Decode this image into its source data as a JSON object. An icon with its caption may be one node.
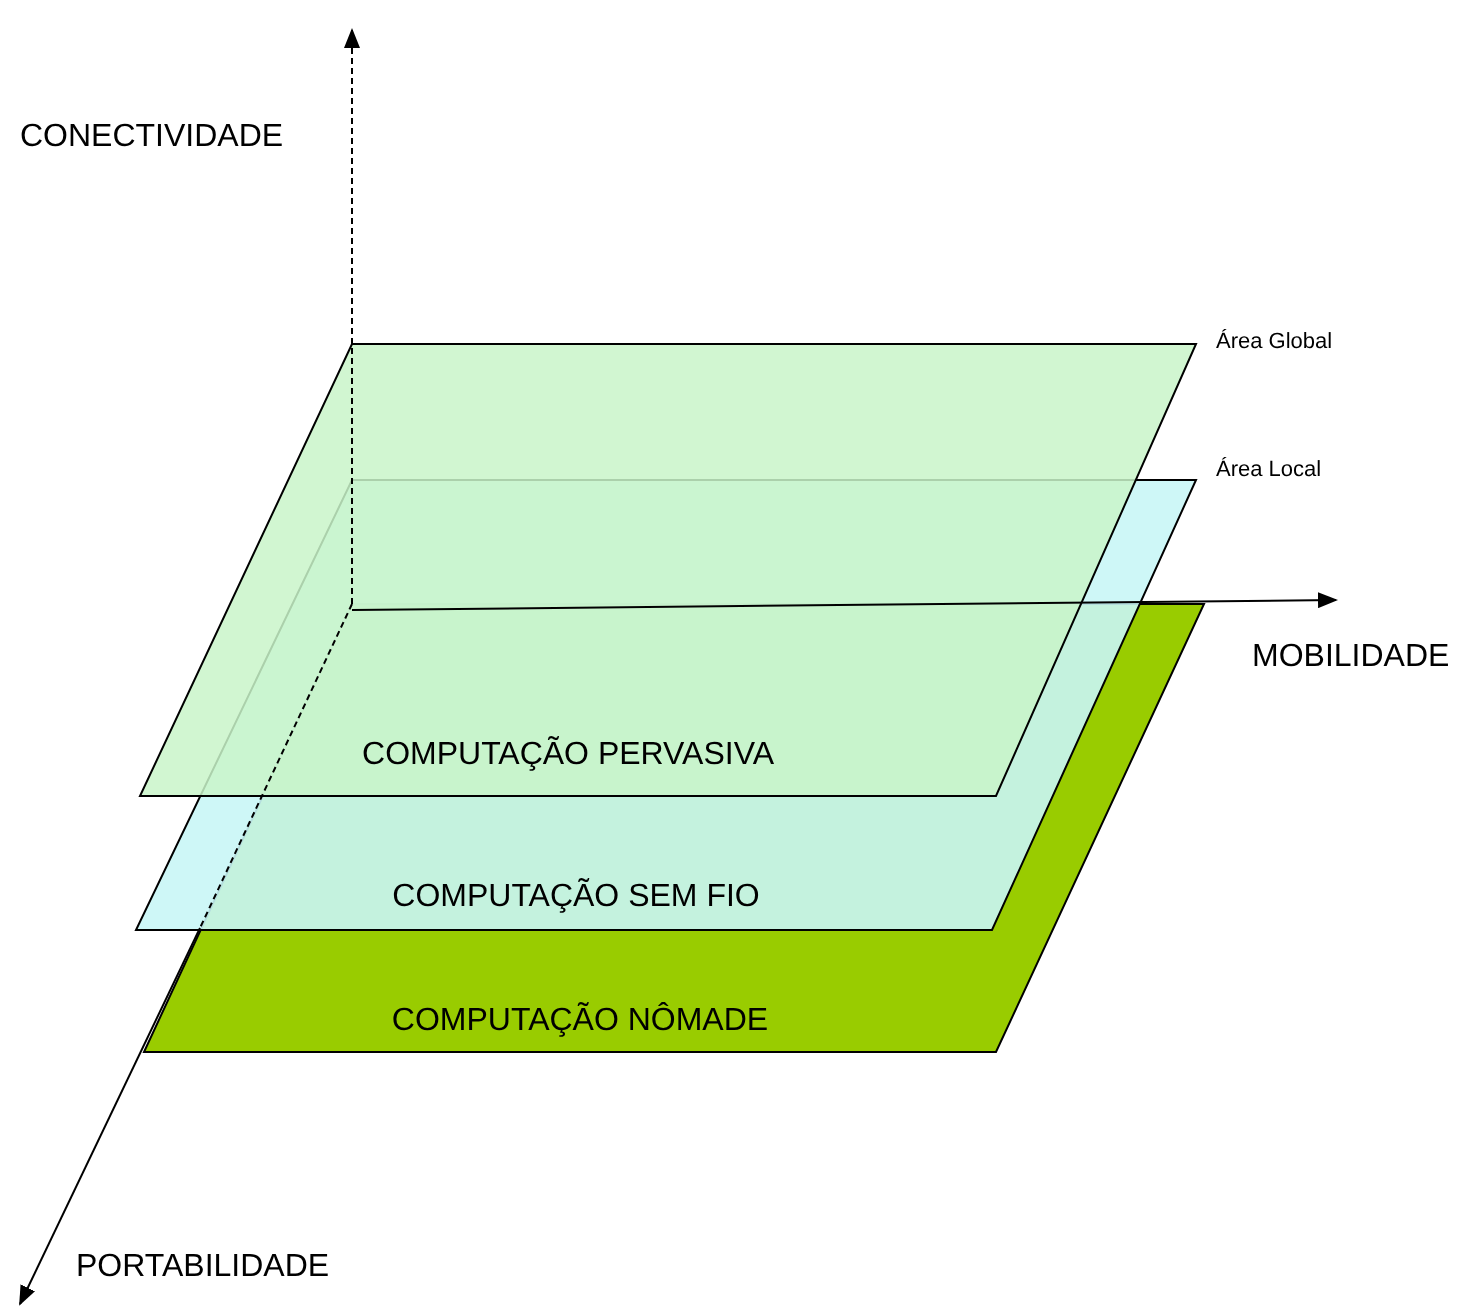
{
  "diagram": {
    "nodes": [
      {
        "text": [
          "COMPUTAÇÃO PERVASIVA"
        ]
      },
      {
        "text": [
          "COMPUTAÇÃO SEM FIO"
        ]
      },
      {
        "text": [
          "COMPUTAÇÃO NÔMADE"
        ]
      }
    ],
    "labels": [
      "CONECTIVIDADE",
      "Área Global",
      "Área Local",
      "MOBILIDADE",
      "PORTABILIDADE"
    ]
  }
}
